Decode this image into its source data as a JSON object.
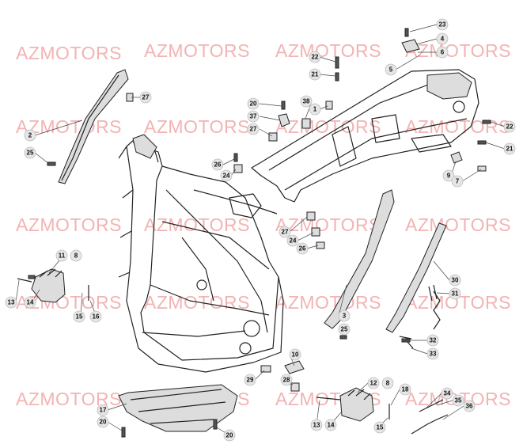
{
  "watermark": "AZMOTORS",
  "colors": {
    "watermark": "#f3b3b3",
    "line": "#222222",
    "badge": "#e6e6e6"
  },
  "callouts": [
    "23",
    "4",
    "22",
    "6",
    "5",
    "21",
    "27",
    "20",
    "38",
    "1",
    "37",
    "2",
    "27",
    "25",
    "26",
    "24",
    "22",
    "21",
    "9",
    "7",
    "27",
    "24",
    "26",
    "11",
    "8",
    "13",
    "14",
    "15",
    "16",
    "30",
    "31",
    "3",
    "25",
    "32",
    "33",
    "10",
    "29",
    "28",
    "12",
    "8",
    "18",
    "34",
    "35",
    "36",
    "17",
    "20",
    "13",
    "14",
    "15",
    "20"
  ]
}
